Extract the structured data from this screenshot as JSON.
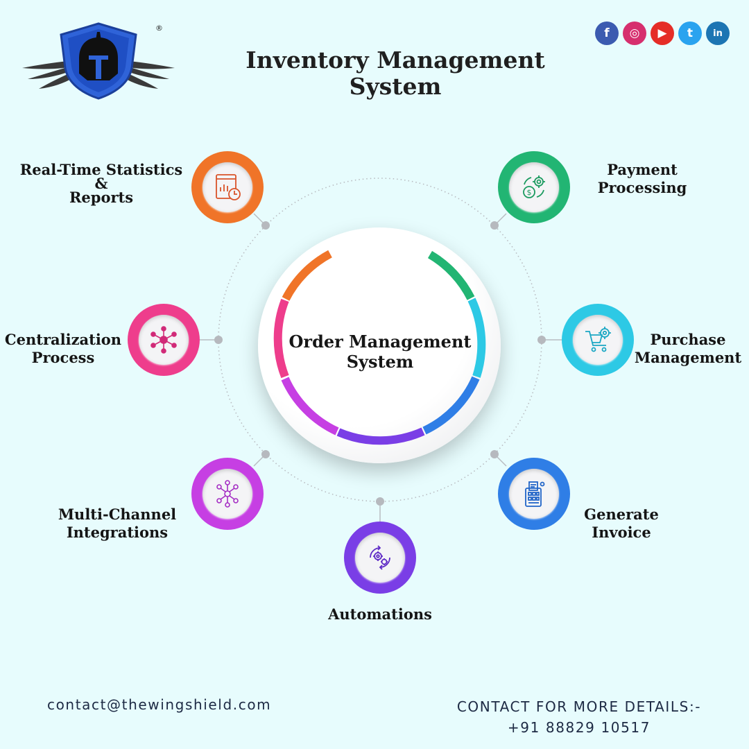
{
  "title": {
    "line1": "Inventory Management",
    "line2": "System"
  },
  "center": {
    "line1": "Order Management",
    "line2": "System"
  },
  "nodes": [
    {
      "key": "stats",
      "lines": [
        "Real-Time Statistics",
        "&",
        "Reports"
      ],
      "color": "#f07428",
      "icon": "report-chart-icon"
    },
    {
      "key": "payment",
      "lines": [
        "Payment",
        "Processing"
      ],
      "color": "#22b573",
      "icon": "payment-gear-icon"
    },
    {
      "key": "central",
      "lines": [
        "Centralization",
        "Process"
      ],
      "color": "#ee3d8c",
      "icon": "hub-network-icon"
    },
    {
      "key": "purchase",
      "lines": [
        "Purchase",
        "Management"
      ],
      "color": "#2dc9e5",
      "icon": "cart-gear-icon"
    },
    {
      "key": "multi",
      "lines": [
        "Multi-Channel",
        "Integrations"
      ],
      "color": "#c63fe3",
      "icon": "integration-network-icon"
    },
    {
      "key": "invoice",
      "lines": [
        "Generate",
        "Invoice"
      ],
      "color": "#2f7ee6",
      "icon": "invoice-machine-icon"
    },
    {
      "key": "auto",
      "lines": [
        "Automations"
      ],
      "color": "#7a3ee6",
      "icon": "automation-gears-icon"
    }
  ],
  "footer": {
    "email": "contact@thewingshield.com",
    "cta": "CONTACT FOR MORE DETAILS:-",
    "phone": "+91 88829 10517"
  },
  "logo": {
    "registered_mark": "®",
    "icon": "winged-shield-helmet-logo"
  },
  "social": [
    {
      "name": "facebook-icon",
      "glyph": "f",
      "color": "#3b5bb0"
    },
    {
      "name": "instagram-icon",
      "glyph": "◎",
      "color": "#d62f6e"
    },
    {
      "name": "youtube-icon",
      "glyph": "▶",
      "color": "#e52d27"
    },
    {
      "name": "twitter-icon",
      "glyph": "t",
      "color": "#2aa3ef"
    },
    {
      "name": "linkedin-icon",
      "glyph": "in",
      "color": "#1d75b3"
    }
  ],
  "colors": {
    "background": "#e7fcfd",
    "text": "#151515",
    "ring_dots": "#b6b9be"
  }
}
